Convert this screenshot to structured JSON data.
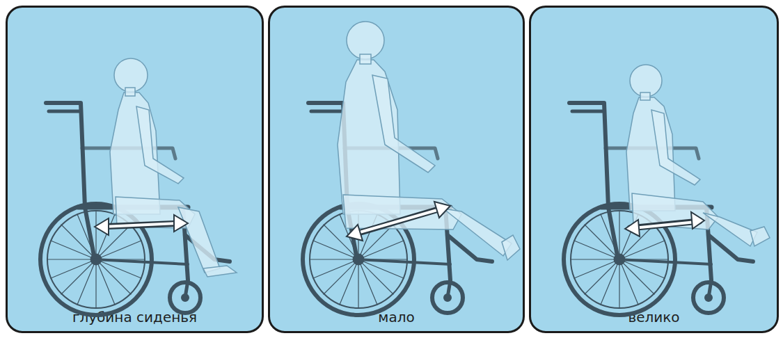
{
  "diagram": {
    "nodes": [
      {
        "text": [
          "глубина сиденья"
        ]
      },
      {
        "text": [
          "мало"
        ]
      },
      {
        "text": [
          "велико"
        ]
      }
    ]
  }
}
